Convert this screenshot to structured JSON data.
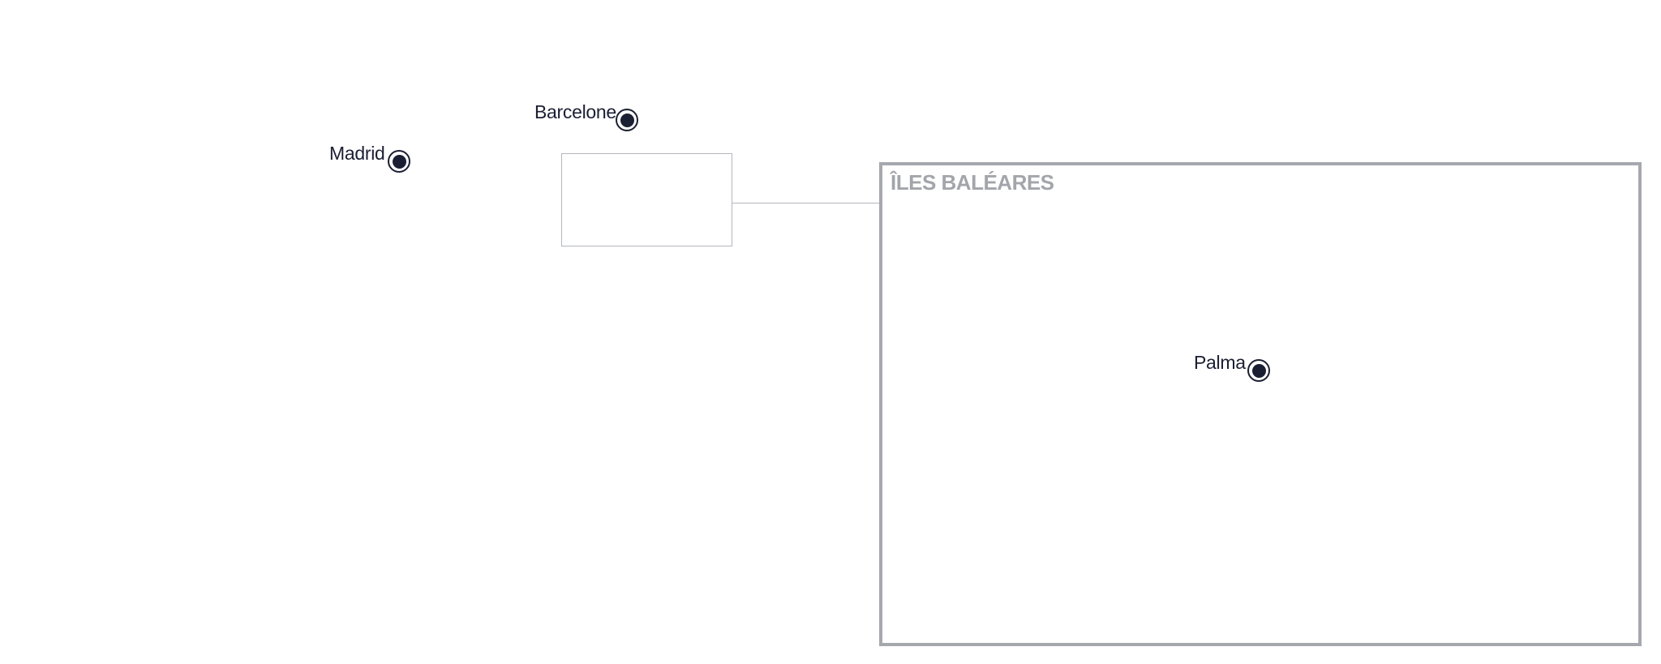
{
  "map": {
    "cities": {
      "madrid": {
        "name": "Madrid"
      },
      "barcelone": {
        "name": "Barcelone"
      },
      "palma": {
        "name": "Palma"
      }
    },
    "inset": {
      "title": "ÎLES BALÉARES"
    },
    "colors": {
      "marker": "#1b1f33",
      "label": "#1b1f33",
      "inset_frame": "#a6a8ae",
      "inset_title": "#a3a5ab",
      "leader_line": "#b4b6bc"
    }
  }
}
